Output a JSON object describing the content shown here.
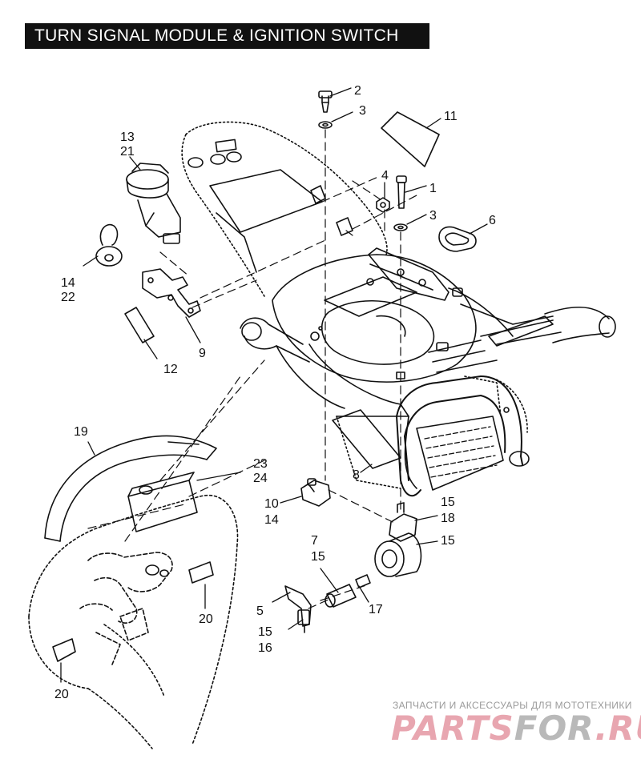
{
  "diagram": {
    "title": "TURN SIGNAL MODULE & IGNITION SWITCH",
    "callouts": {
      "c1": "1",
      "c2": "2",
      "c3a": "3",
      "c3b": "3",
      "c4": "4",
      "c5": "5",
      "c6": "6",
      "c7": "7",
      "c8": "8",
      "c9": "9",
      "c10": "10",
      "c11": "11",
      "c12": "12",
      "c13": "13",
      "c14a": "14",
      "c14b": "14",
      "c15a": "15",
      "c15b": "15",
      "c15c": "15",
      "c15d": "15",
      "c16": "16",
      "c17": "17",
      "c18": "18",
      "c19": "19",
      "c20a": "20",
      "c20b": "20",
      "c21": "21",
      "c22": "22",
      "c23": "23",
      "c24": "24"
    }
  },
  "watermark": {
    "tagline": "ЗАПЧАСТИ И АКСЕССУАРЫ ДЛЯ МОТОТЕХНИКИ",
    "brand_part1": "PARTS",
    "brand_part2": "FOR",
    "brand_part3": ".RU"
  }
}
